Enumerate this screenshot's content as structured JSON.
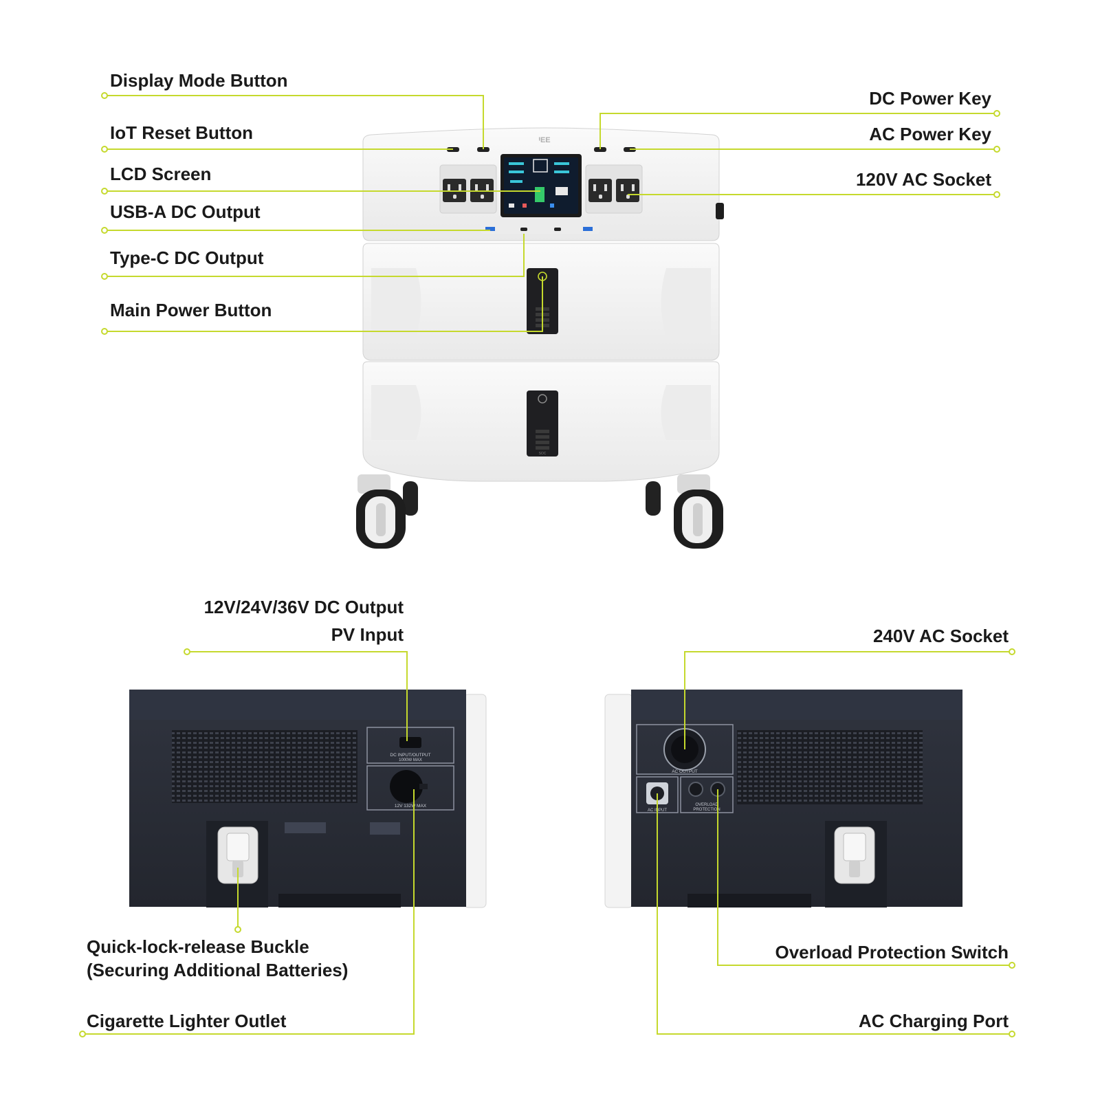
{
  "colors": {
    "leader": "#c5d92d",
    "device_white": "#f2f2f2",
    "device_dark": "#2a2d37",
    "lcd_bg": "#0f1c2e"
  },
  "labels": {
    "display_mode_button": "Display Mode Button",
    "iot_reset_button": "IoT Reset Button",
    "lcd_screen": "LCD Screen",
    "usb_a_dc_output": "USB-A DC Output",
    "type_c_dc_output": "Type-C DC Output",
    "main_power_button": "Main Power Button",
    "dc_power_key": "DC Power Key",
    "ac_power_key": "AC Power Key",
    "ac_socket_120v": "120V AC Socket",
    "dc_output_12_24_36": "12V/24V/36V DC Output",
    "pv_input": "PV Input",
    "ac_socket_240v": "240V AC Socket",
    "quick_lock_buckle_line1": "Quick-lock-release Buckle",
    "quick_lock_buckle_line2": "(Securing Additional Batteries)",
    "cigarette_lighter_outlet": "Cigarette Lighter Outlet",
    "overload_protection_switch": "Overload Protection Switch",
    "ac_charging_port": "AC Charging Port"
  },
  "device_text": {
    "dc_io_panel_line1": "DC INPUT/OUTPUT",
    "dc_io_panel_line2": "1000W MAX",
    "cig_panel": "12V 132W MAX",
    "ac_output": "AC OUTPUT",
    "ac_input": "AC INPUT",
    "overload_line1": "OVERLOAD",
    "overload_line2": "PROTECTION",
    "soc": "SOC"
  }
}
